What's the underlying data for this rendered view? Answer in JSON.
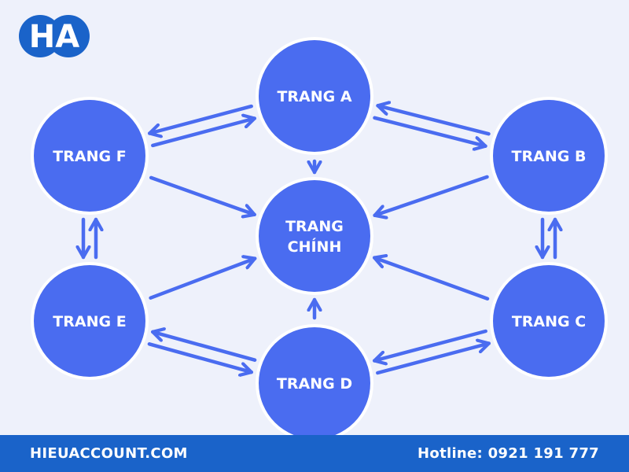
{
  "logo": {
    "text": "HA",
    "color": "#1a63c9"
  },
  "nodes": {
    "center": {
      "lines": [
        "TRANG",
        "CHÍNH"
      ]
    },
    "a": {
      "lines": [
        "TRANG A"
      ]
    },
    "b": {
      "lines": [
        "TRANG B"
      ]
    },
    "c": {
      "lines": [
        "TRANG C"
      ]
    },
    "d": {
      "lines": [
        "TRANG D"
      ]
    },
    "e": {
      "lines": [
        "TRANG E"
      ]
    },
    "f": {
      "lines": [
        "TRANG F"
      ]
    }
  },
  "edges": [
    {
      "from": "a",
      "to": "center"
    },
    {
      "from": "b",
      "to": "center"
    },
    {
      "from": "c",
      "to": "center"
    },
    {
      "from": "d",
      "to": "center"
    },
    {
      "from": "e",
      "to": "center"
    },
    {
      "from": "f",
      "to": "center"
    },
    {
      "from": "a",
      "to": "b"
    },
    {
      "from": "b",
      "to": "a"
    },
    {
      "from": "b",
      "to": "c"
    },
    {
      "from": "c",
      "to": "b"
    },
    {
      "from": "c",
      "to": "d"
    },
    {
      "from": "d",
      "to": "c"
    },
    {
      "from": "d",
      "to": "e"
    },
    {
      "from": "e",
      "to": "d"
    },
    {
      "from": "e",
      "to": "f"
    },
    {
      "from": "f",
      "to": "e"
    },
    {
      "from": "f",
      "to": "a"
    },
    {
      "from": "a",
      "to": "f"
    }
  ],
  "colors": {
    "node": "#4a6cf0",
    "ring": "#ffffff",
    "arrow": "#4a6cf0",
    "background": "#eef1fb",
    "footer": "#1a63c9"
  },
  "footer": {
    "website": "HIEUACCOUNT.COM",
    "hotline": "Hotline: 0921 191 777"
  }
}
